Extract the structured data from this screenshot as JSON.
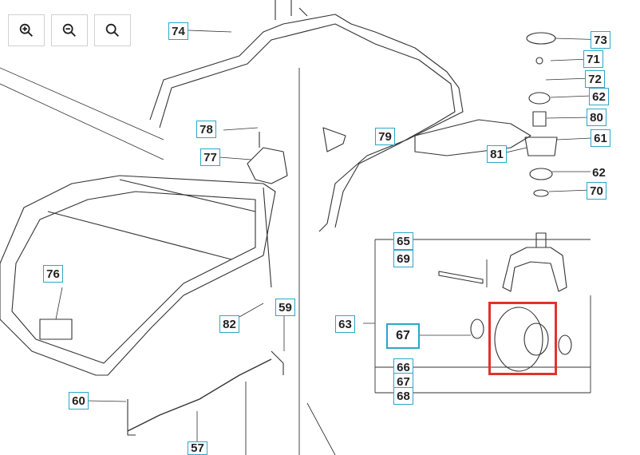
{
  "toolbar": {
    "zoom_in_icon": "zoom-in-icon",
    "zoom_out_icon": "zoom-out-icon",
    "zoom_reset_icon": "search-icon"
  },
  "callouts": {
    "c74": "74",
    "c73": "73",
    "c71": "71",
    "c72": "72",
    "c62a": "62",
    "c80": "80",
    "c61": "61",
    "c81": "81",
    "c62b": "62",
    "c70": "70",
    "c78": "78",
    "c77": "77",
    "c79": "79",
    "c76": "76",
    "c65": "65",
    "c69": "69",
    "c63": "63",
    "c67a": "67",
    "c66": "66",
    "c67b": "67",
    "c68": "68",
    "c82": "82",
    "c59": "59",
    "c60": "60",
    "c57": "57"
  },
  "colors": {
    "callout_border": "#2aa7c9",
    "highlight": "#e0332a",
    "line": "#333333"
  }
}
